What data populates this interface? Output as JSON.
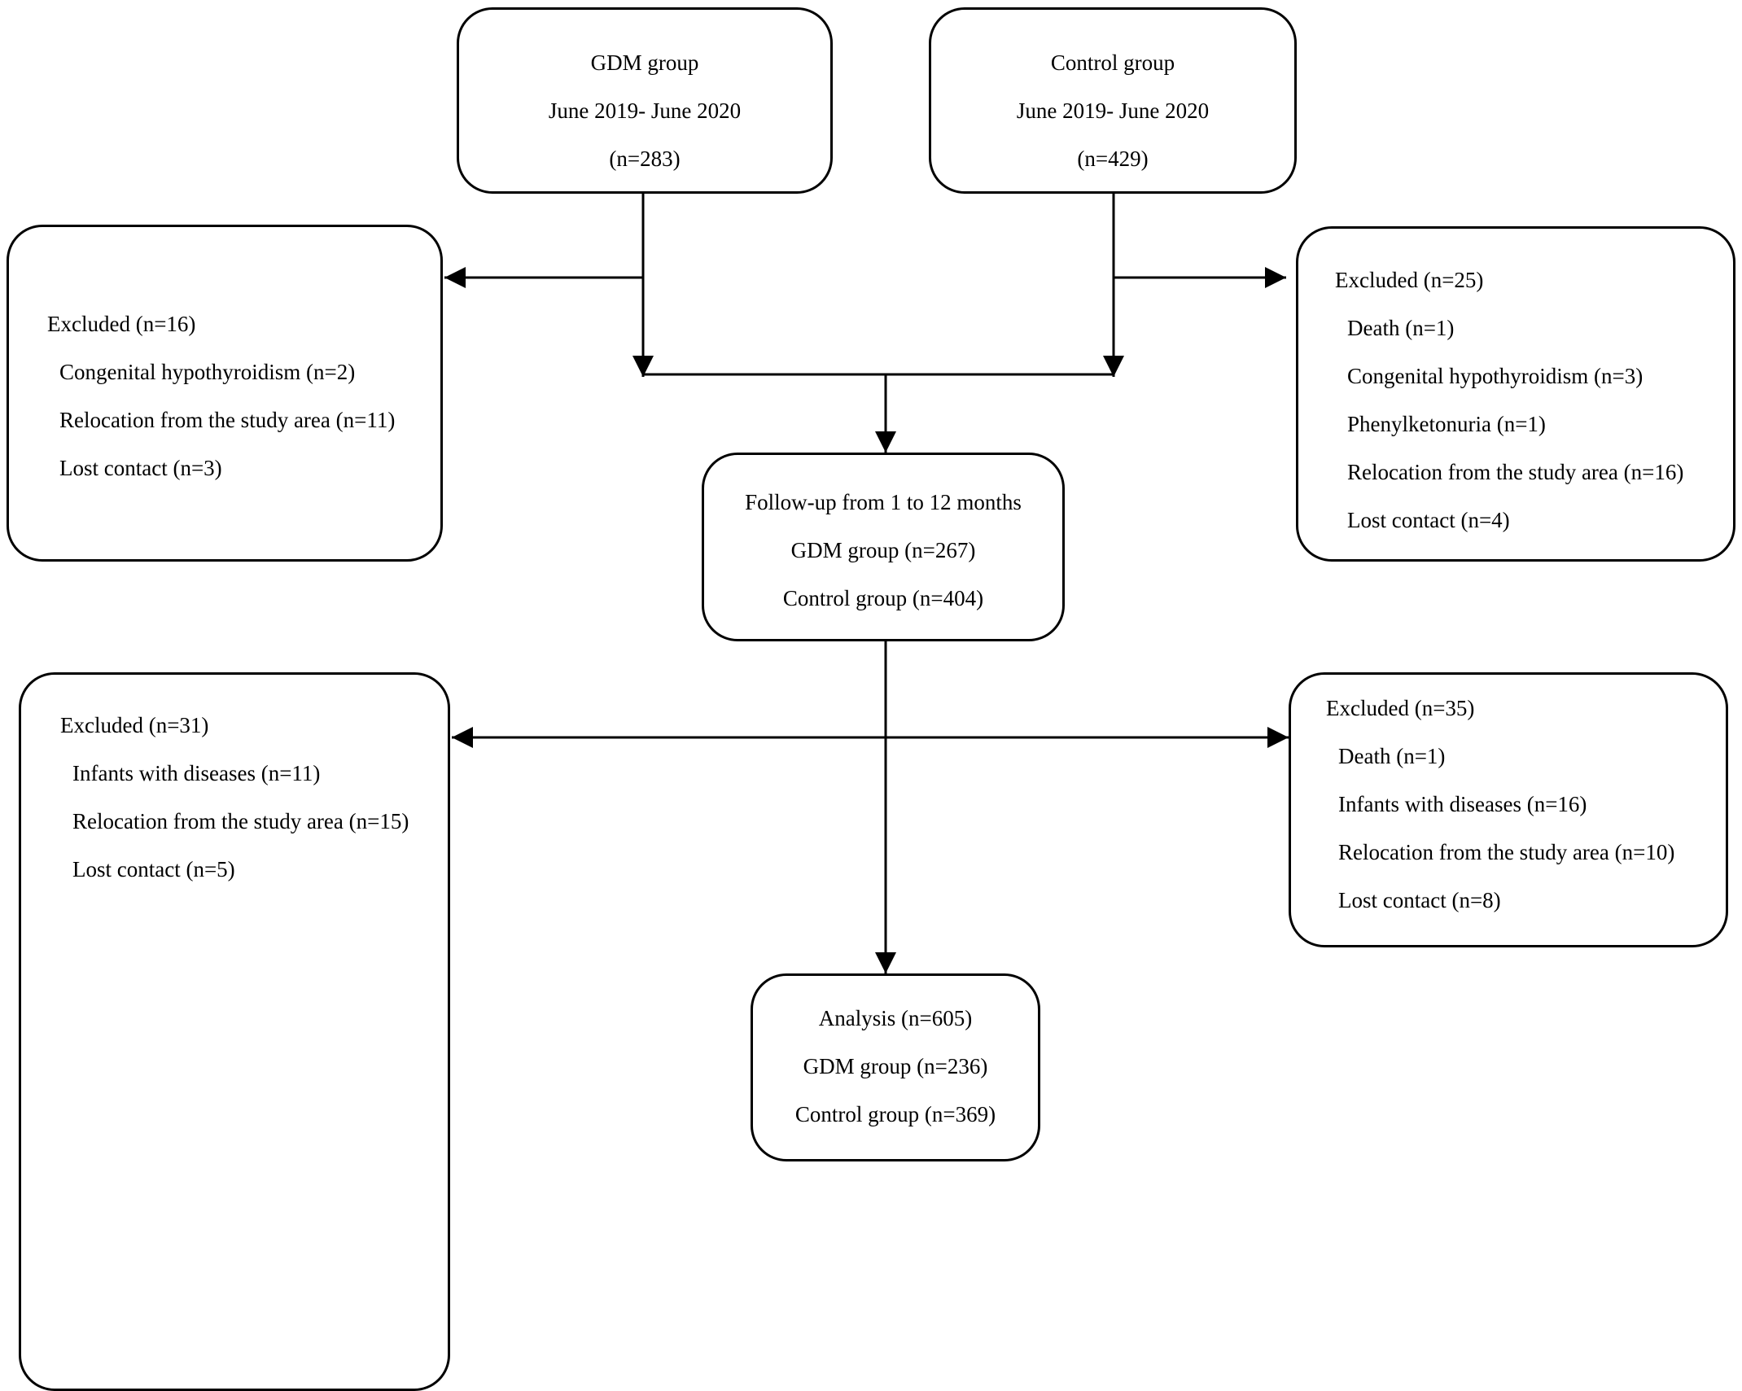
{
  "gdm_group": {
    "title": "GDM group",
    "period": "June 2019- June 2020",
    "count": "(n=283)"
  },
  "control_group": {
    "title": "Control group",
    "period": "June 2019- June 2020",
    "count": "(n=429)"
  },
  "excluded_gdm_enrollment": {
    "heading": "Excluded (n=16)",
    "items": [
      "Congenital hypothyroidism (n=2)",
      "Relocation from the study area (n=11)",
      "Lost contact (n=3)"
    ]
  },
  "excluded_control_enrollment": {
    "heading": "Excluded (n=25)",
    "items": [
      "Death (n=1)",
      "Congenital hypothyroidism (n=3)",
      "Phenylketonuria (n=1)",
      "Relocation from the study area (n=16)",
      "Lost contact (n=4)"
    ]
  },
  "followup": {
    "title": "Follow-up from 1 to 12 months",
    "gdm": "GDM group (n=267)",
    "control": "Control group (n=404)"
  },
  "excluded_gdm_followup": {
    "heading": "Excluded (n=31)",
    "items": [
      "Infants with diseases (n=11)",
      "Relocation from the study area (n=15)",
      "Lost contact (n=5)"
    ]
  },
  "excluded_control_followup": {
    "heading": "Excluded (n=35)",
    "items": [
      "Death (n=1)",
      "Infants with diseases (n=16)",
      "Relocation from the study area (n=10)",
      "Lost contact (n=8)"
    ]
  },
  "analysis": {
    "title": "Analysis (n=605)",
    "gdm": "GDM group (n=236)",
    "control": "Control group (n=369)"
  }
}
